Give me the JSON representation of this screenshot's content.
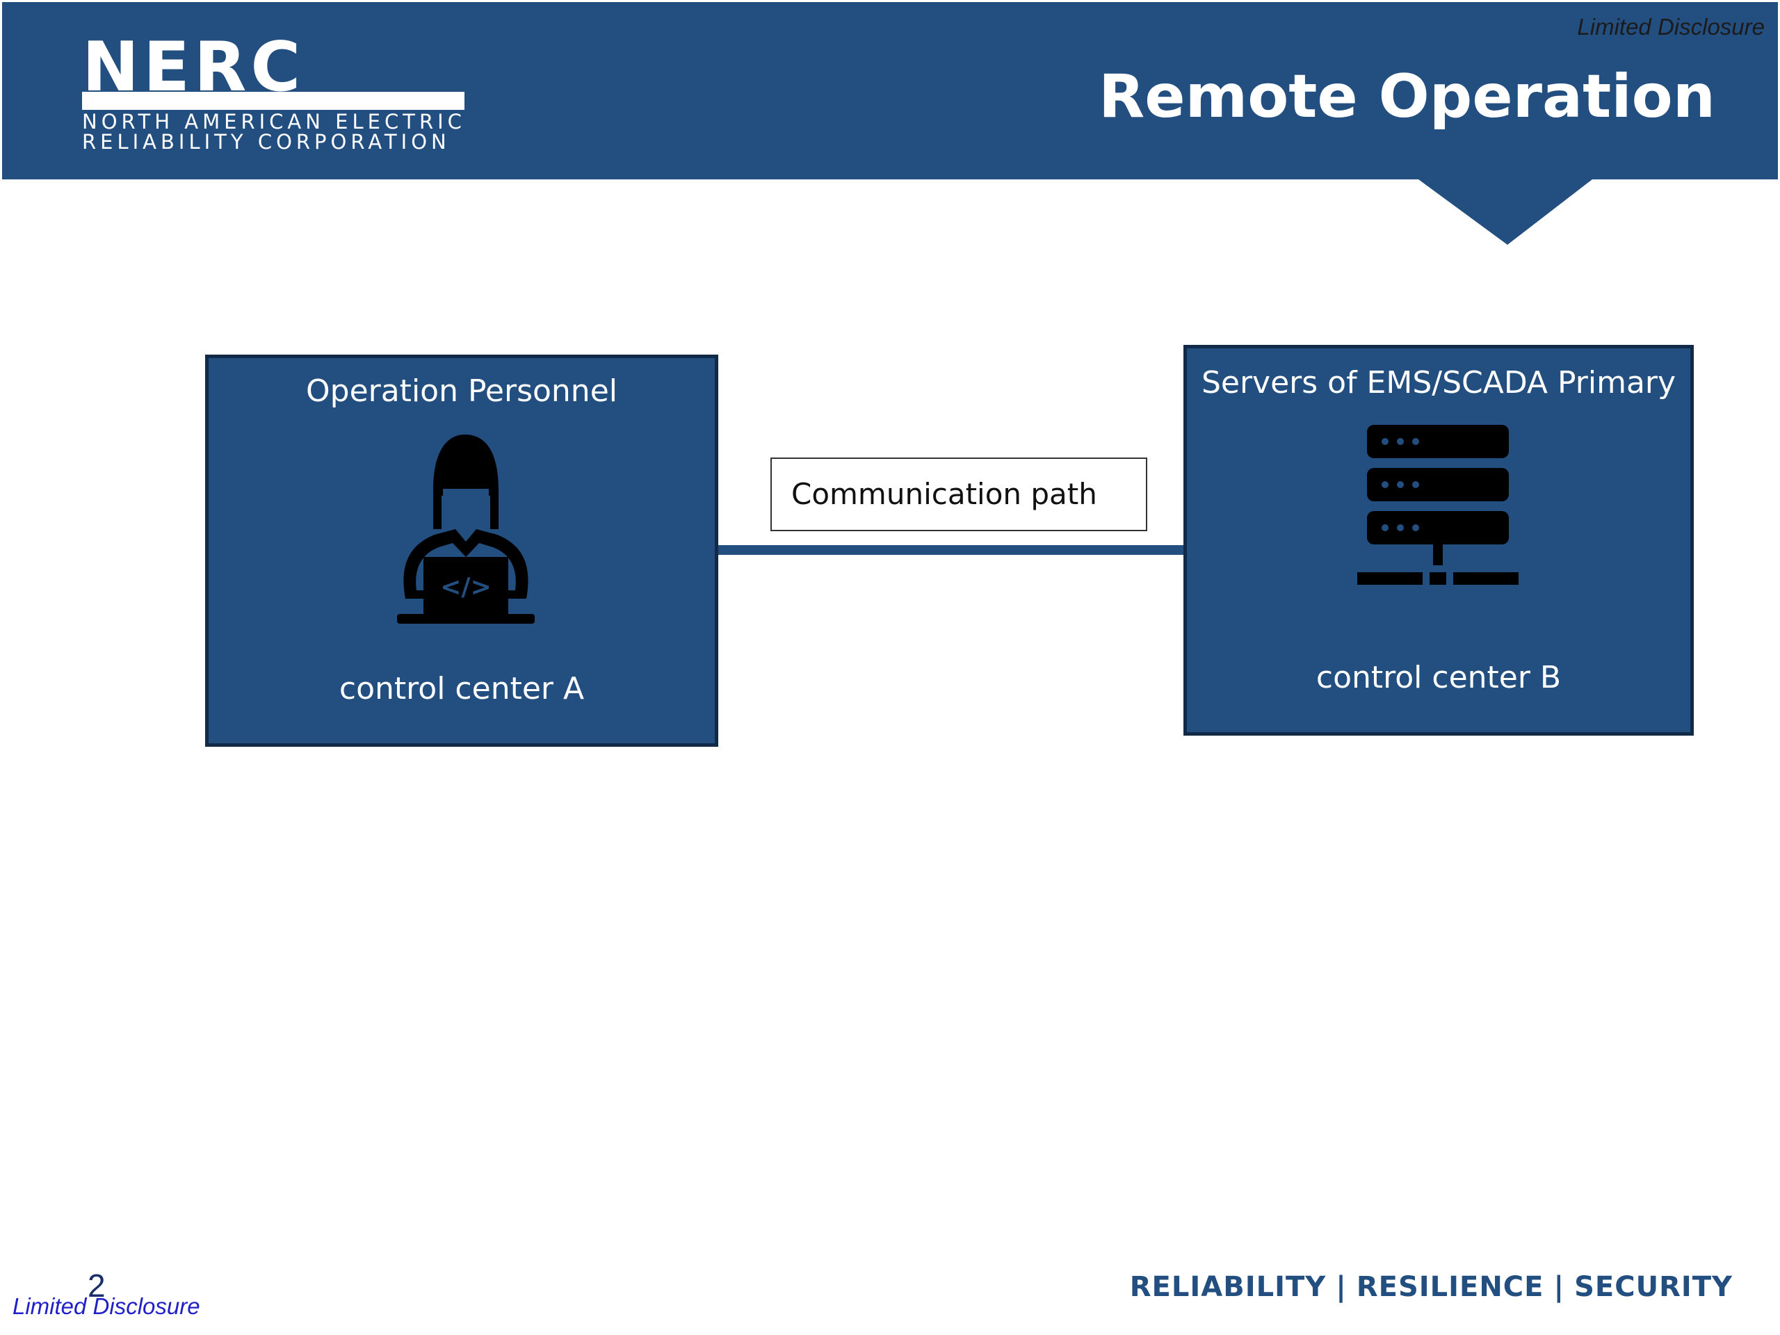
{
  "header": {
    "logo": {
      "mark": "NERC",
      "line1": "NORTH AMERICAN ELECTRIC",
      "line2": "RELIABILITY CORPORATION"
    },
    "disclosure": "Limited Disclosure",
    "title": "Remote Operation"
  },
  "diagram": {
    "left_box": {
      "title": "Operation Personnel",
      "icon": "person-laptop-icon",
      "caption": "control center A"
    },
    "right_box": {
      "title": "Servers of EMS/SCADA Primary",
      "icon": "server-rack-icon",
      "caption": "control center B"
    },
    "link_label": "Communication path"
  },
  "footer": {
    "page_number": "2",
    "disclosure": "Limited Disclosure",
    "tagline": [
      "RELIABILITY",
      "RESILIENCE",
      "SECURITY"
    ],
    "separator": "|"
  },
  "colors": {
    "brand_blue": "#234e80",
    "box_border": "#102a48",
    "icon_black": "#000000",
    "footer_disclosure": "#2020c8"
  }
}
